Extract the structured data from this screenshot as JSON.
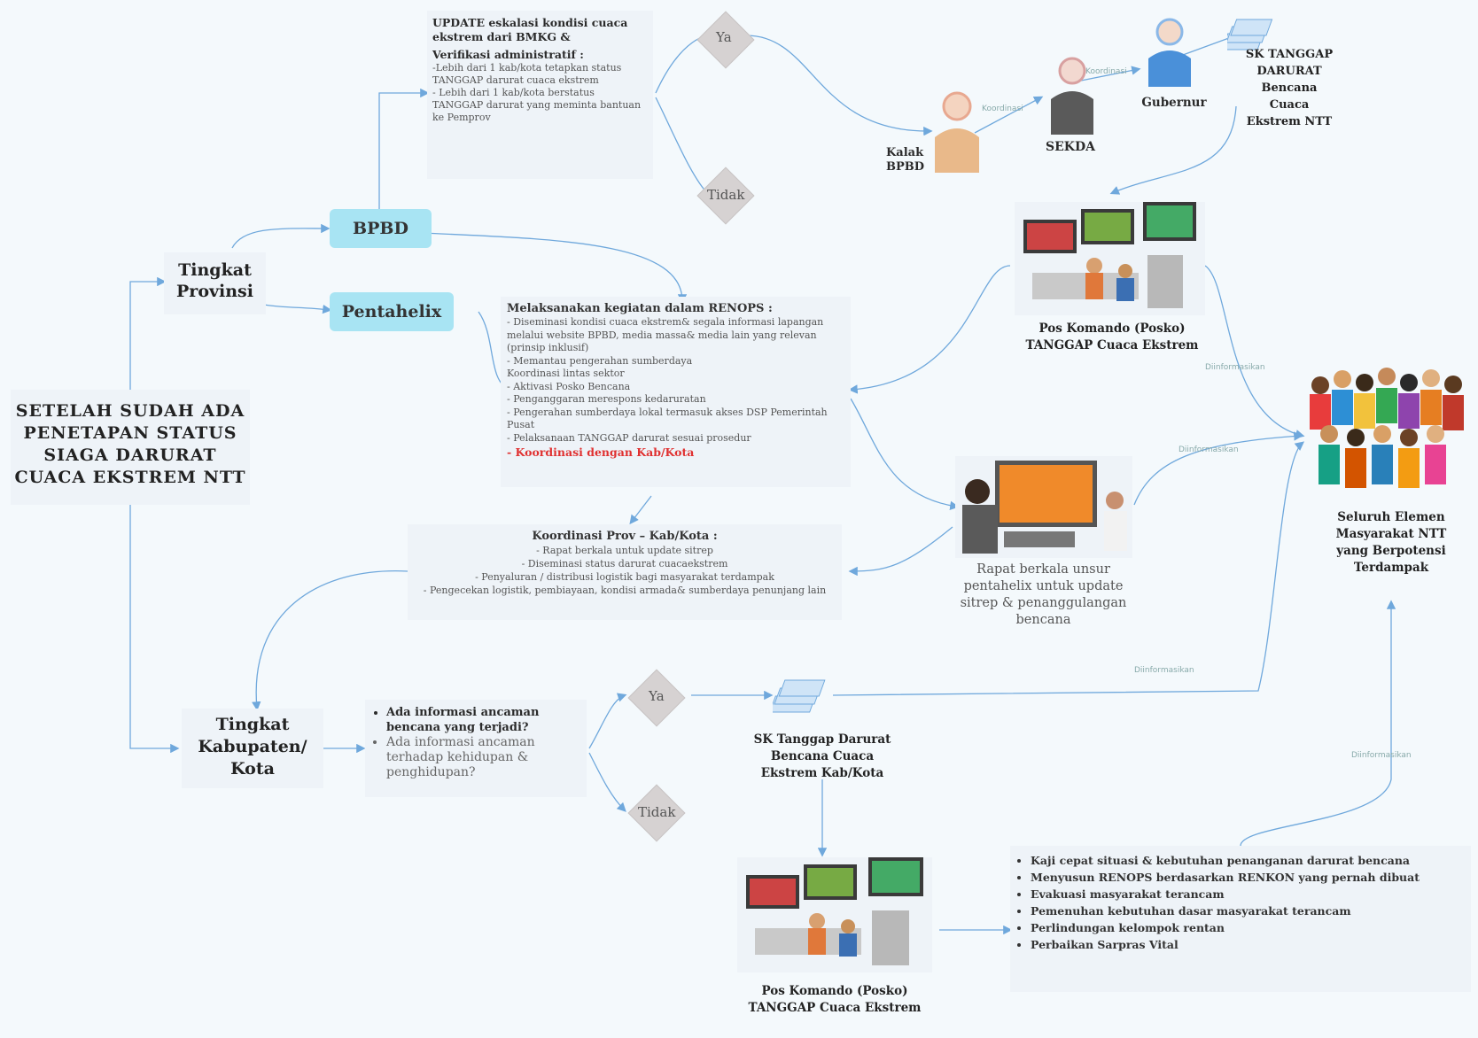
{
  "start_box": "SETELAH SUDAH ADA PENETAPAN STATUS SIAGA DARURAT CUACA EKSTREM NTT",
  "provinsi": {
    "label": "Tingkat Provinsi",
    "bpbd": "BPBD",
    "pentahelix": "Pentahelix",
    "update_block": {
      "title1": "UPDATE eskalasi kondisi cuaca ekstrem dari BMKG &",
      "title2": "Verifikasi administratif :",
      "line1": "-Lebih dari 1 kab/kota tetapkan status TANGGAP darurat cuaca ekstrem",
      "line2": "- Lebih dari 1 kab/kota berstatus TANGGAP darurat yang meminta bantuan ke Pemprov"
    },
    "ya": "Ya",
    "tidak": "Tidak",
    "kalak": "Kalak BPBD",
    "sekda": "SEKDA",
    "gubernur": "Gubernur",
    "koordinasi1": "Koordinasi",
    "koordinasi2": "Koordinasi",
    "sk": "SK TANGGAP DARURAT Bencana Cuaca Ekstrem NTT",
    "posko": "Pos Komando (Posko) TANGGAP Cuaca Ekstrem",
    "renops": {
      "title": "Melaksanakan kegiatan dalam RENOPS :",
      "items": [
        "- Diseminasi kondisi cuaca ekstrem& segala informasi lapangan melalui website BPBD, media massa& media lain yang relevan (prinsip inklusif)",
        "- Memantau pengerahan sumberdaya",
        "Koordinasi lintas sektor",
        "- Aktivasi Posko Bencana",
        "- Penganggaran merespons kedaruratan",
        "- Pengerahan sumberdaya lokal termasuk akses DSP Pemerintah Pusat",
        "- Pelaksanaan TANGGAP darurat sesuai prosedur"
      ],
      "highlight": "- Koordinasi dengan Kab/Kota"
    },
    "koord_prov": {
      "title": "Koordinasi Prov – Kab/Kota :",
      "items": [
        "- Rapat berkala untuk update sitrep",
        "- Diseminasi status darurat cuacaekstrem",
        "- Penyaluran / distribusi logistik bagi masyarakat terdampak",
        "- Pengecekan logistik, pembiayaan, kondisi armada& sumberdaya penunjang lain"
      ]
    },
    "rapat": "Rapat berkala unsur pentahelix untuk update sitrep & penanggulangan bencana"
  },
  "masyarakat": "Seluruh Elemen Masyarakat NTT yang Berpotensi Terdampak",
  "diinformasikan": "Diinformasikan",
  "kabupaten": {
    "label": "Tingkat Kabupaten/ Kota",
    "question1": "Ada informasi ancaman bencana yang terjadi?",
    "question2": "Ada informasi ancaman terhadap kehidupan & penghidupan?",
    "ya": "Ya",
    "tidak": "Tidak",
    "sk": "SK Tanggap Darurat Bencana Cuaca Ekstrem Kab/Kota",
    "posko": "Pos Komando (Posko) TANGGAP Cuaca Ekstrem",
    "actions": [
      "Kaji cepat situasi & kebutuhan penanganan darurat bencana",
      "Menyusun RENOPS berdasarkan RENKON yang pernah dibuat",
      "Evakuasi masyarakat terancam",
      "Pemenuhan kebutuhan dasar masyarakat terancam",
      "Perlindungan kelompok rentan",
      "Perbaikan Sarpras Vital"
    ]
  },
  "colors": {
    "arrow": "#6fa8dc",
    "cyan": "#a8e4f3",
    "red": "#e03030",
    "diamond": "#d6d2d2"
  }
}
